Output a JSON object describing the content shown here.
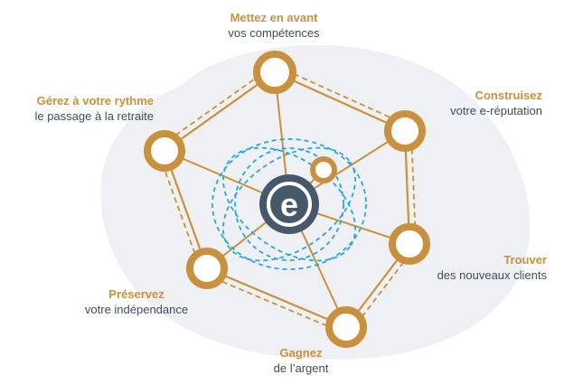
{
  "colors": {
    "blob": "#eef0f3",
    "gold": "#c9913d",
    "hub": "#46596b",
    "dash_blue": "#2aa7dc",
    "label_head": "#c9913d",
    "label_sub": "#3e4d5c"
  },
  "hub": {
    "glyph": "e",
    "icon": "e-logo-icon"
  },
  "labels": [
    {
      "id": "competences",
      "head": "Mettez en avant",
      "sub": "vos compétences"
    },
    {
      "id": "retraite",
      "head": "Gérez à votre rythme",
      "sub": "le passage à la retraite"
    },
    {
      "id": "reputation",
      "head": "Construisez",
      "sub": "votre e-réputation"
    },
    {
      "id": "clients",
      "head": "Trouver",
      "sub": "des nouveaux clients"
    },
    {
      "id": "independance",
      "head": "Préservez",
      "sub": "votre indépendance"
    },
    {
      "id": "argent",
      "head": "Gagnez",
      "sub": "de l’argent"
    }
  ]
}
